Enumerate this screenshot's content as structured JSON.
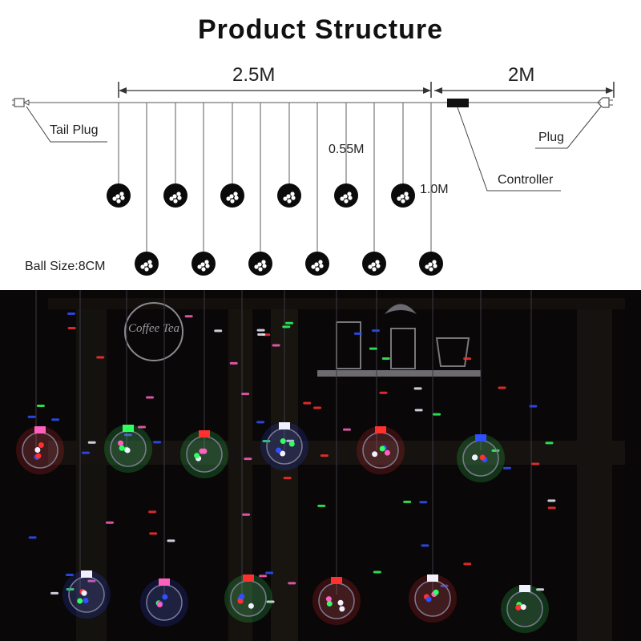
{
  "diagram": {
    "title": "Product Structure",
    "dim_main": "2.5M",
    "dim_lead": "2M",
    "tail_plug": "Tail Plug",
    "plug": "Plug",
    "controller": "Controller",
    "drop_short": "0.55M",
    "drop_long": "1.0M",
    "ball_size": "Ball Size:8CM",
    "short_strands": 6,
    "long_strands": 6
  },
  "photo": {
    "signage": "Coffee Tea",
    "colors": {
      "led_red": "#ff3030",
      "led_green": "#30ff60",
      "led_blue": "#3050ff",
      "led_pink": "#ff60c0",
      "led_white": "#f0f0ff",
      "background": "#0a0708"
    }
  }
}
